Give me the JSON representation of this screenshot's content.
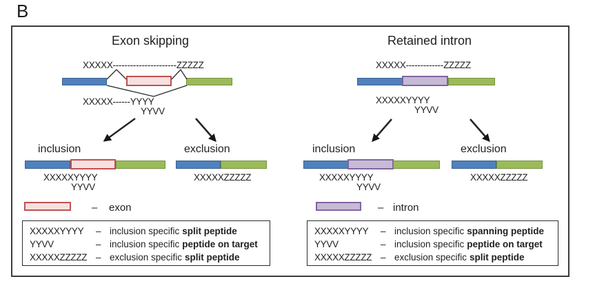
{
  "figure_label": "B",
  "colors": {
    "flank_blue": "#4F81BD",
    "flank_blue_border": "#38618C",
    "flank_green": "#9BBB59",
    "flank_green_border": "#75903E",
    "exon_fill": "#F6E1E0",
    "exon_border": "#C0504D",
    "intron_fill": "#C6BBD4",
    "intron_border": "#8064A2",
    "line_color": "#262626"
  },
  "panels": [
    {
      "title": "Exon skipping",
      "pre_mrna_peptide": "XXXXX----------------------ZZZZZ",
      "junction_peptide_line1": "XXXXX------YYYY",
      "junction_peptide_line2": "YYVV",
      "inclusion": {
        "label": "inclusion",
        "peptide_line1": "XXXXXYYYY",
        "peptide_line2": "YYVV"
      },
      "exclusion": {
        "label": "exclusion",
        "peptide": "XXXXXZZZZZ"
      },
      "swatch_legend": {
        "dash": "–",
        "label": "exon"
      },
      "legend_rows": [
        {
          "code": "XXXXXYYYY",
          "dash": "–",
          "desc": "inclusion specific",
          "desc_bold": "split peptide"
        },
        {
          "code": "YYVV",
          "dash": "–",
          "desc": "inclusion specific",
          "desc_bold": "peptide on target"
        },
        {
          "code": "XXXXXZZZZZ",
          "dash": "–",
          "desc": "exclusion specific",
          "desc_bold": "split peptide"
        }
      ]
    },
    {
      "title": "Retained intron",
      "pre_mrna_peptide": "XXXXX-------------ZZZZZ",
      "junction_peptide_line1": "XXXXXYYYY",
      "junction_peptide_line2": "YYVV",
      "inclusion": {
        "label": "inclusion",
        "peptide_line1": "XXXXXYYYY",
        "peptide_line2": "YYVV"
      },
      "exclusion": {
        "label": "exclusion",
        "peptide": "XXXXXZZZZZ"
      },
      "swatch_legend": {
        "dash": "–",
        "label": "intron"
      },
      "legend_rows": [
        {
          "code": "XXXXXYYYY",
          "dash": "–",
          "desc": "inclusion specific",
          "desc_bold": "spanning peptide"
        },
        {
          "code": "YYVV",
          "dash": "–",
          "desc": "inclusion specific",
          "desc_bold": "peptide on target"
        },
        {
          "code": "XXXXXZZZZZ",
          "dash": "–",
          "desc": "exclusion specific",
          "desc_bold": "split peptide"
        }
      ]
    }
  ]
}
